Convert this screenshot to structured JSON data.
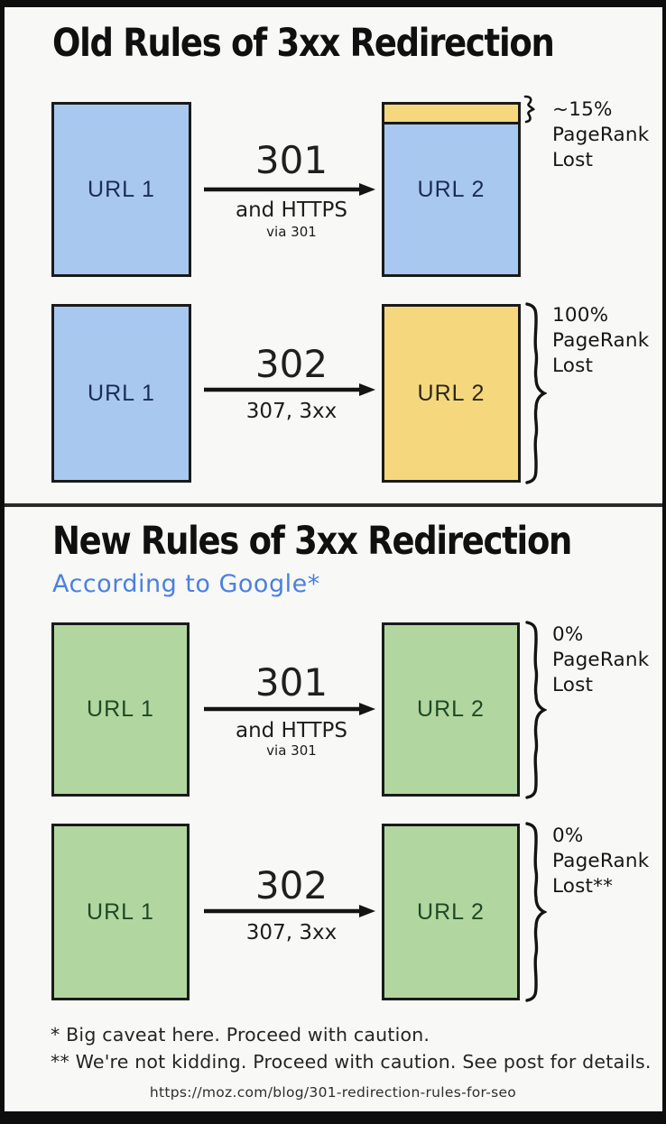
{
  "colors": {
    "blue_fill": "#a8c8ef",
    "yellow_fill": "#f5d87e",
    "green_fill": "#b2d69f",
    "outline": "#1a1a1a",
    "subtitle_blue": "#4a80e0",
    "url_label_navy": "#1b2c55",
    "url_label_green": "#1d4a26"
  },
  "old_section": {
    "title": "Old Rules of 3xx Redirection",
    "row_301": {
      "source_label": "URL 1",
      "code": "301",
      "code_sub": "and HTTPS",
      "code_sub2": "via 301",
      "target_label": "URL 2",
      "annotation": "~15%\nPageRank\nLost"
    },
    "row_302": {
      "source_label": "URL 1",
      "code": "302",
      "code_sub": "307, 3xx",
      "target_label": "URL 2",
      "annotation": "100%\nPageRank\nLost"
    }
  },
  "new_section": {
    "title": "New Rules of 3xx Redirection",
    "subtitle": "According to Google*",
    "row_301": {
      "source_label": "URL 1",
      "code": "301",
      "code_sub": "and HTTPS",
      "code_sub2": "via 301",
      "target_label": "URL 2",
      "annotation": "0%\nPageRank\nLost"
    },
    "row_302": {
      "source_label": "URL 1",
      "code": "302",
      "code_sub": "307, 3xx",
      "target_label": "URL 2",
      "annotation": "0%\nPageRank\nLost**"
    }
  },
  "footnotes": {
    "first": "* Big caveat here. Proceed with caution.",
    "second": "** We're not kidding. Proceed with caution. See post for details."
  },
  "source_url": "https://moz.com/blog/301-redirection-rules-for-seo"
}
